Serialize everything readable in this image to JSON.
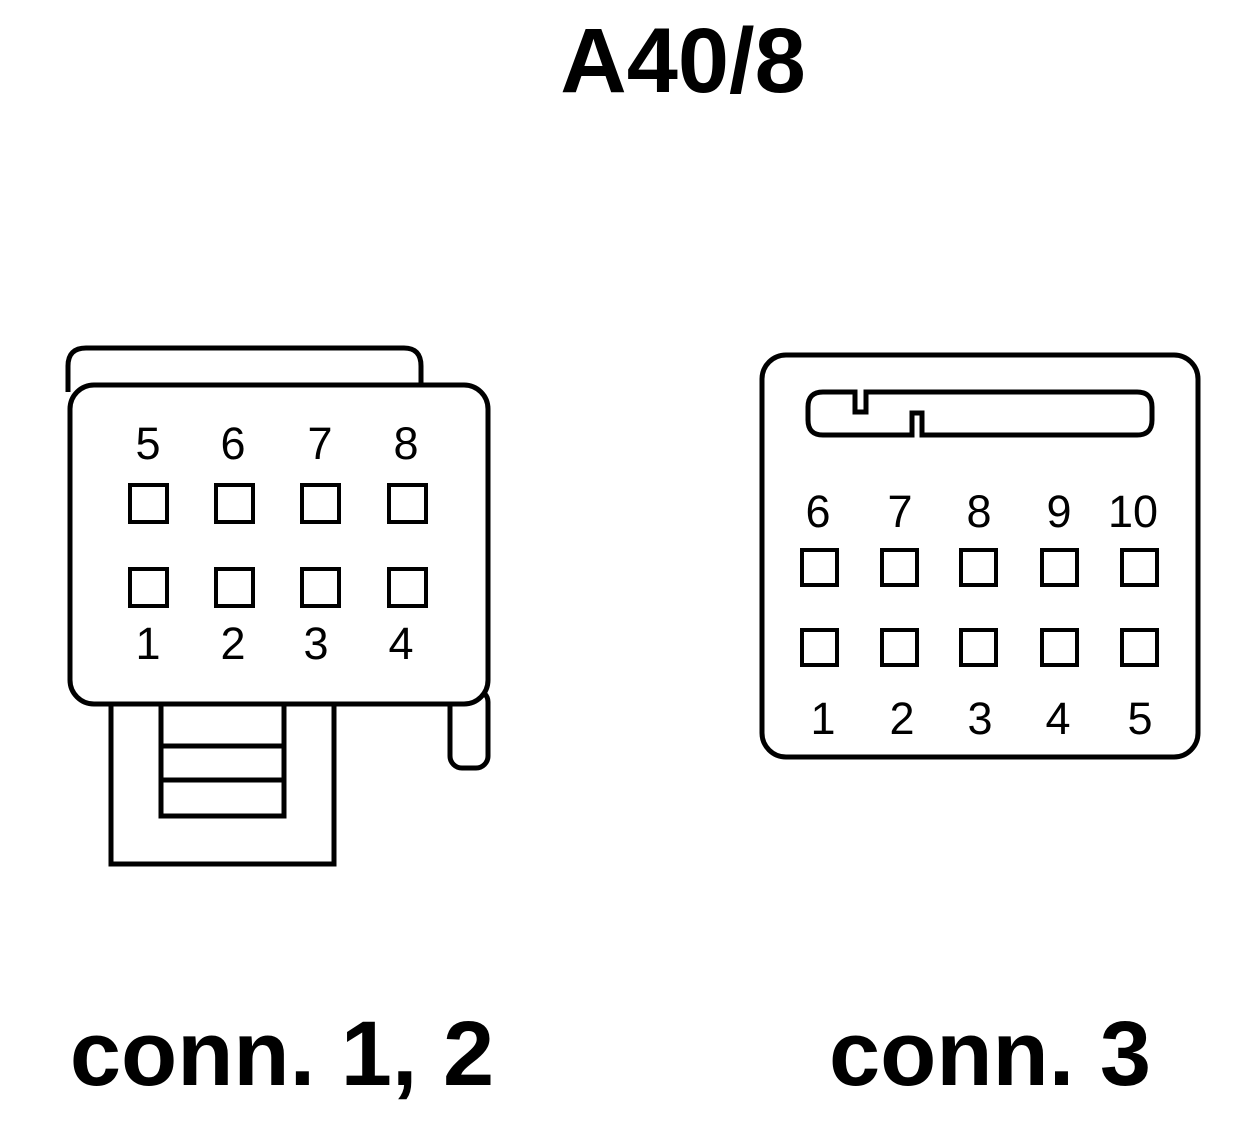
{
  "title": "A40/8",
  "connectors": [
    {
      "caption": "conn. 1, 2",
      "pins_top": [
        "5",
        "6",
        "7",
        "8"
      ],
      "pins_bottom": [
        "1",
        "2",
        "3",
        "4"
      ]
    },
    {
      "caption": "conn. 3",
      "pins_top": [
        "6",
        "7",
        "8",
        "9",
        "10"
      ],
      "pins_bottom": [
        "1",
        "2",
        "3",
        "4",
        "5"
      ]
    }
  ],
  "colors": {
    "stroke": "#000000",
    "background": "#ffffff"
  }
}
